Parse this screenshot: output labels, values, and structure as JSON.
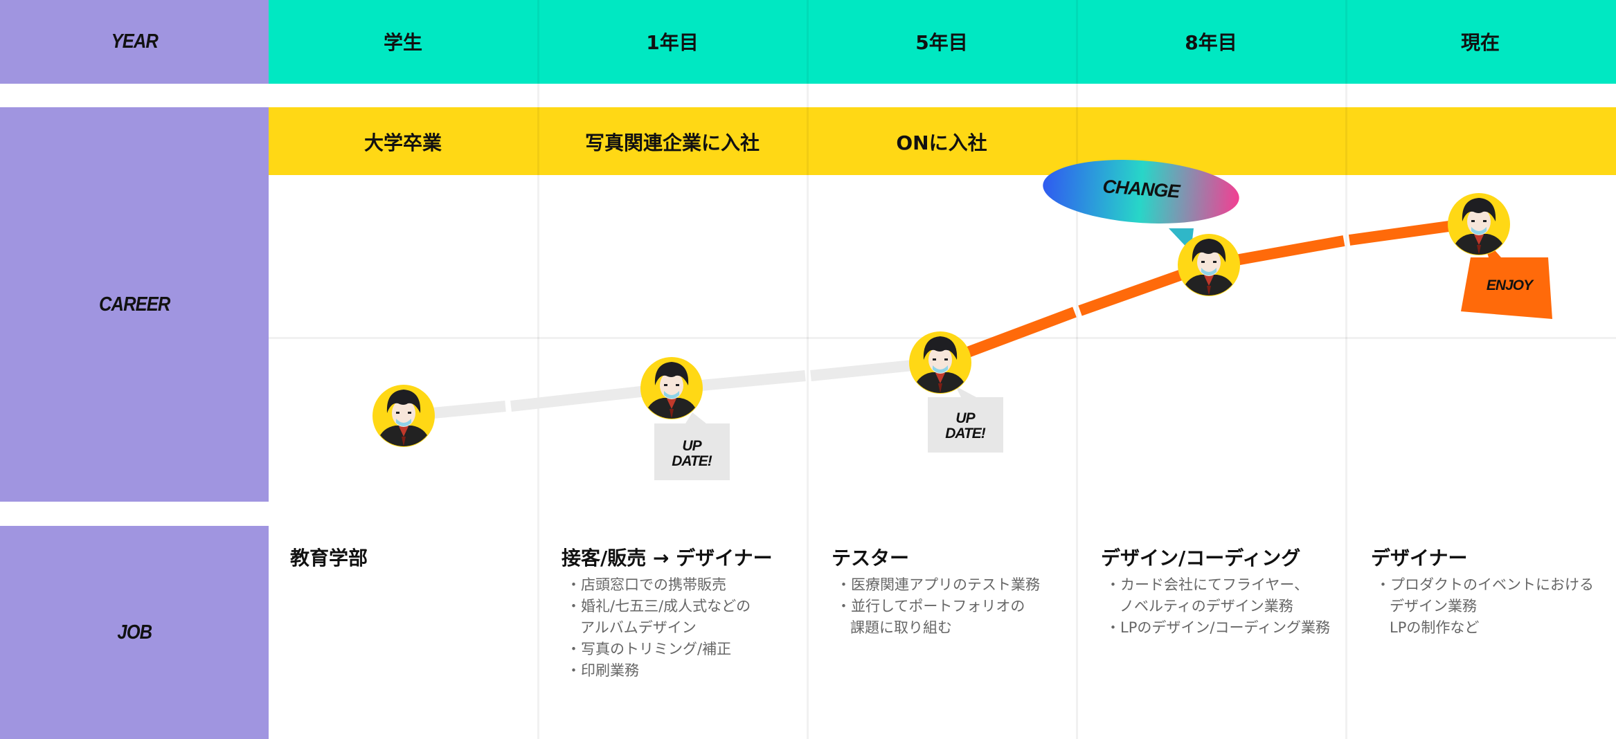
{
  "labels": {
    "year": "YEAR",
    "career": "CAREER",
    "job": "JOB"
  },
  "columns": [
    {
      "year": "学生",
      "career": "大学卒業",
      "job_title": "教育学部",
      "job_items": []
    },
    {
      "year": "1年目",
      "career": "写真関連企業に入社",
      "job_title": "接客/販売 → デザイナー",
      "job_items": [
        "店頭窓口での携帯販売",
        "婚礼/七五三/成人式などの",
        "アルバムデザイン",
        "写真のトリミング/補正",
        "印刷業務"
      ]
    },
    {
      "year": "5年目",
      "career": "ONに入社",
      "job_title": "テスター",
      "job_items": [
        "医療関連アプリのテスト業務",
        "並行してポートフォリオの",
        "課題に取り組む"
      ]
    },
    {
      "year": "8年目",
      "career": "",
      "job_title": "デザイン/コーディング",
      "job_items": [
        "カード会社にてフライヤー、",
        "ノベルティのデザイン業務",
        "LPのデザイン/コーディング業務"
      ]
    },
    {
      "year": "現在",
      "career": "",
      "job_title": "デザイナー",
      "job_items": [
        "プロダクトのイベントにおける",
        "デザイン業務",
        "LPの制作など"
      ]
    }
  ],
  "badges": {
    "update_1": "UP DATE!",
    "update_2": "UP DATE!",
    "change": "CHANGE",
    "enjoy": "ENJOY"
  },
  "colors": {
    "sidebar": "#a095e0",
    "year_band": "#00e8c2",
    "career_band": "#ffd815",
    "line_past": "#ebebeb",
    "line_recent": "#ff6a0a",
    "avatar_bg": "#ffd815"
  },
  "icons": [
    "avatar-face"
  ]
}
